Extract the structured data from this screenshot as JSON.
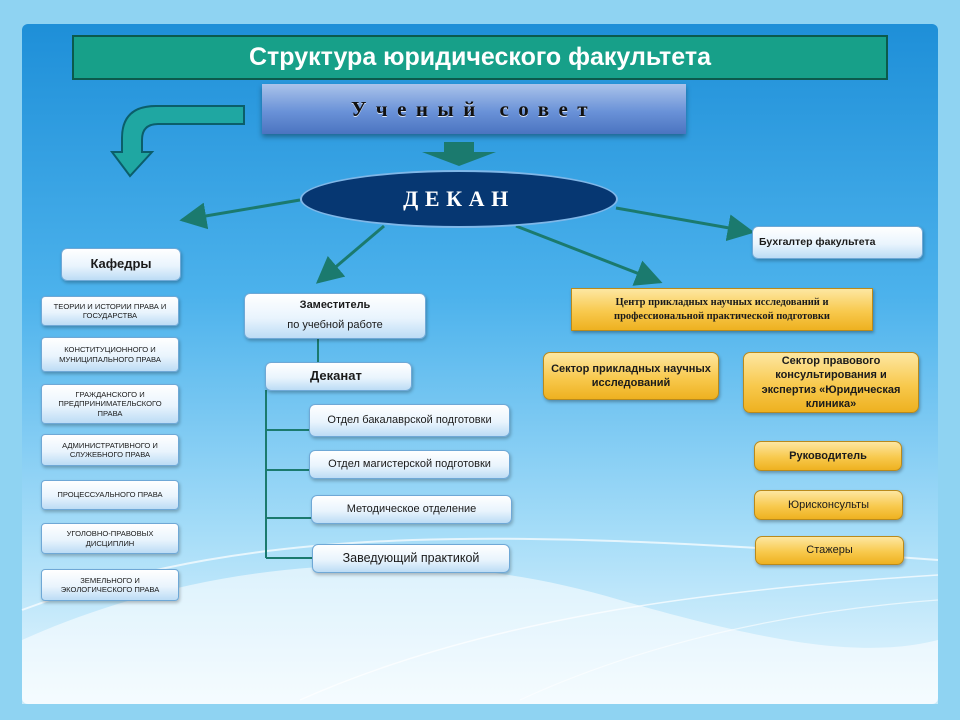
{
  "title": "Структура юридического факультета",
  "council": "Ученый совет",
  "dean": "ДЕКАН",
  "departments": {
    "header": "Кафедры",
    "items": [
      "ТЕОРИИ И ИСТОРИИ ПРАВА И ГОСУДАРСТВА",
      "КОНСТИТУЦИОННОГО И МУНИЦИПАЛЬНОГО ПРАВА",
      "ГРАЖДАНСКОГО И ПРЕДПРИНИМАТЕЛЬСКОГО ПРАВА",
      "АДМИНИСТРАТИВНОГО И СЛУЖЕБНОГО ПРАВА",
      "ПРОЦЕССУАЛЬНОГО ПРАВА",
      "УГОЛОВНО-ПРАВОВЫХ ДИСЦИПЛИН",
      "ЗЕМЕЛЬНОГО И ЭКОЛОГИЧЕСКОГО ПРАВА"
    ]
  },
  "deputy": {
    "line1": "Заместитель",
    "line2": "по учебной работе"
  },
  "deans_office": {
    "label": "Деканат",
    "units": [
      "Отдел бакалаврской подготовки",
      "Отдел магистерской подготовки",
      "Методическое отделение",
      "Заведующий практикой"
    ]
  },
  "accountant": "Бухгалтер факультета",
  "research_center": "Центр прикладных научных исследований и профессиональной практической подготовки",
  "sector_applied": "Сектор прикладных научных исследований",
  "sector_clinic": "Сектор правового консультирования и экспертиз «Юридическая клиника»",
  "clinic_staff": [
    "Руководитель",
    "Юрисконсульты",
    "Стажеры"
  ],
  "colors": {
    "title_bg": "#17a089",
    "dean_bg": "#063772",
    "connector": "#1b7a6e",
    "gold": "#f8c94d"
  }
}
